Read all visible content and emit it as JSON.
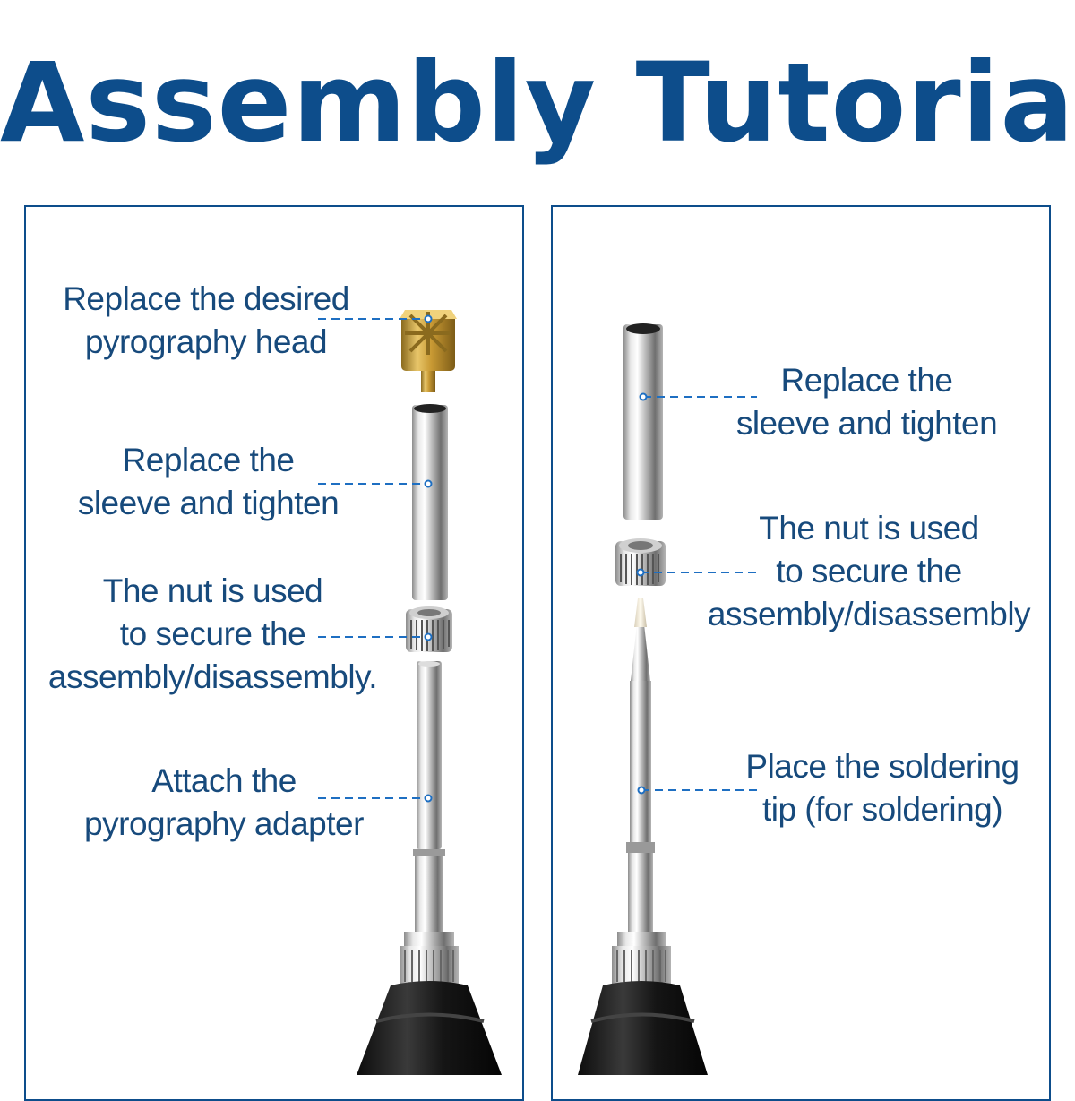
{
  "title": "Assembly Tutorial",
  "colors": {
    "accent": "#0d4d8b",
    "label_text": "#174a7c",
    "leader_line": "#1e6fc2"
  },
  "left_panel": {
    "labels": [
      {
        "line1": "Replace the desired",
        "line2": "pyrography head"
      },
      {
        "line1": "Replace the",
        "line2": "sleeve and tighten"
      },
      {
        "line1": "The nut is used",
        "line2": "to secure the",
        "line3": "assembly/disassembly."
      },
      {
        "line1": "Attach the",
        "line2": "pyrography adapter"
      }
    ]
  },
  "right_panel": {
    "labels": [
      {
        "line1": "Replace the",
        "line2": "sleeve and tighten"
      },
      {
        "line1": "The nut is used",
        "line2": "to secure the",
        "line3": "assembly/disassembly"
      },
      {
        "line1": "Place the soldering",
        "line2": "tip (for soldering)"
      }
    ]
  }
}
